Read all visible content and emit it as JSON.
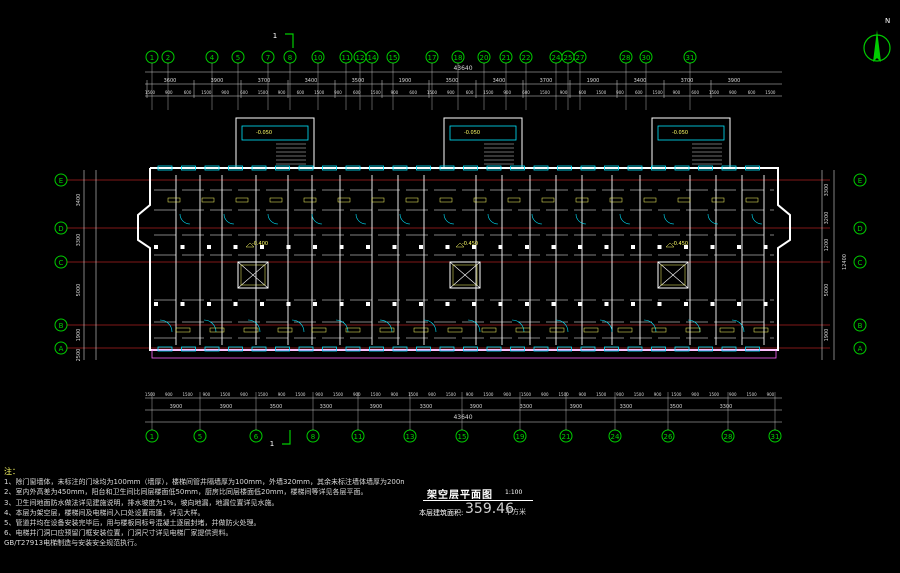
{
  "drawing": {
    "section_mark": "1",
    "axis_labels_top": [
      "1",
      "2",
      "4",
      "5",
      "7",
      "8",
      "10",
      "11",
      "12",
      "14",
      "15",
      "17",
      "18",
      "20",
      "21",
      "22",
      "24",
      "25",
      "27",
      "28",
      "30",
      "31"
    ],
    "axis_labels_bottom": [
      "1",
      "5",
      "6",
      "8",
      "11",
      "13",
      "15",
      "19",
      "21",
      "24",
      "26",
      "28",
      "31"
    ],
    "axis_labels_left": [
      "E",
      "D",
      "C",
      "B",
      "A"
    ],
    "axis_labels_right": [
      "E",
      "D",
      "C",
      "B",
      "A"
    ],
    "dim_total_top": "43640",
    "dim_total_bottom": "43640",
    "dim_left_vertical": [
      "3400",
      "3300",
      "5000",
      "1900",
      "2500"
    ],
    "dim_right_vertical": [
      "3300",
      "3200",
      "1200",
      "5000",
      "1900",
      "12400"
    ],
    "dim_bottom_segments": [
      "3900",
      "3900",
      "3500",
      "3300",
      "3900",
      "3300",
      "3900",
      "3300",
      "3900",
      "3300",
      "3500",
      "3300"
    ],
    "dim_top_segments": [
      "3600",
      "3900",
      "3700",
      "3400",
      "3500",
      "1900",
      "3500",
      "3400",
      "3700",
      "1900",
      "3400",
      "3700",
      "3900"
    ],
    "level_marks": [
      "-0.400",
      "-0.050",
      "-0.450",
      "-0.050",
      "-0.450",
      "-0.050"
    ],
    "accent_colors": {
      "axis": "#00cc00",
      "wall": "#ffffff",
      "window": "#00e5ff",
      "dimension": "#d8d8d8",
      "annotation": "#ffff66",
      "red_axis": "#ff3333",
      "hatch": "#ff66ff"
    }
  },
  "notes": {
    "header": "注：",
    "lines": [
      "1、除门窗墙体，未标注的门垛均为100mm（墙厚），楼梯间管井隔墙厚为100mm，外墙320mm，其余未标注墙体墙厚为200mm。",
      "2、室内外高差为450mm，阳台和卫生间比同层楼面低50mm，厨房比同层楼面低20mm，楼梯间等详见各层平面。",
      "3、卫生间地面防水做法详见建施说明，排水坡度为1%，坡向地漏，地漏位置详见水施。",
      "4、本层为架空层，楼梯间及电梯间入口处设置雨篷，详见大样。",
      "5、管道井均在设备安装完毕后，用与楼板同标号混凝土逐层封堵，并做防火处理。",
      "6、电梯井门洞口应预留门框安装位置，门洞尺寸详见电梯厂家提供资料。",
      "GB/T27913电梯制造与安装安全规范执行。"
    ]
  },
  "title_block": {
    "title": "架空层平面图",
    "scale": "1:100",
    "area_label": "本层建筑面积:",
    "area_value": "359.46",
    "area_unit": "平方米"
  }
}
